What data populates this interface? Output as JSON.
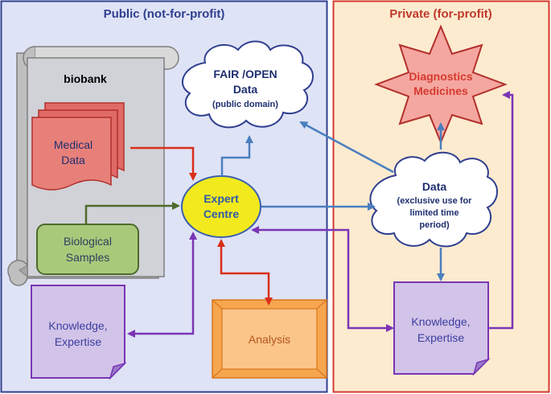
{
  "panels": {
    "public": "Public (not-for-profit)",
    "private": "Private (for-profit)"
  },
  "biobank": {
    "title": "biobank"
  },
  "medical_data": {
    "line1": "Medical",
    "line2": "Data"
  },
  "biological_samples": {
    "line1": "Biological",
    "line2": "Samples"
  },
  "fair_open": {
    "line1": "FAIR /OPEN",
    "line2": "Data",
    "line3": "(public domain)"
  },
  "expert_centre": {
    "line1": "Expert",
    "line2": "Centre"
  },
  "private_data": {
    "line1": "Data",
    "line2": "(exclusive use for",
    "line3": "limited time",
    "line4": "period)"
  },
  "diagnostics": {
    "line1": "Diagnostics",
    "line2": "Medicines"
  },
  "knowledge_public": {
    "line1": "Knowledge,",
    "line2": "Expertise"
  },
  "knowledge_private": {
    "line1": "Knowledge,",
    "line2": "Expertise"
  },
  "analysis": {
    "label": "Analysis"
  },
  "colors": {
    "public_bg": "#dfe3f6",
    "public_border": "#2f3f8f",
    "private_bg": "#fdebd0",
    "private_border": "#d63a2f",
    "arrow_red": "#d92e1a",
    "arrow_blue": "#4a7fbf",
    "arrow_green": "#4e6b2c",
    "arrow_purple": "#7a35b5"
  }
}
